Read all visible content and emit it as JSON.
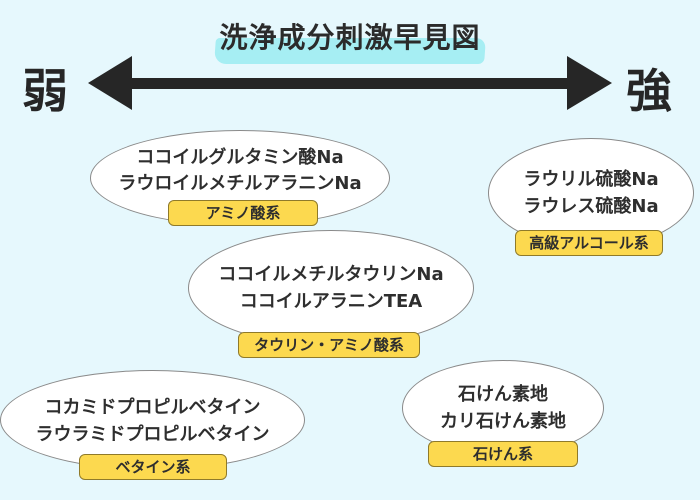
{
  "title": "洗浄成分刺激早見図",
  "scale": {
    "weak_label": "弱",
    "strong_label": "強",
    "arrow_color": "#262626"
  },
  "colors": {
    "background": "#e6f8fd",
    "title_highlight": "#a6eef3",
    "tag_fill": "#fcd94f",
    "ellipse_fill": "#ffffff"
  },
  "groups": [
    {
      "category": "アミノ酸系",
      "ingredients": [
        "ココイルグルタミン酸Na",
        "ラウロイルメチルアラニンNa"
      ]
    },
    {
      "category": "高級アルコール系",
      "ingredients": [
        "ラウリル硫酸Na",
        "ラウレス硫酸Na"
      ]
    },
    {
      "category": "タウリン・アミノ酸系",
      "ingredients": [
        "ココイルメチルタウリンNa",
        "ココイルアラニンTEA"
      ]
    },
    {
      "category": "ベタイン系",
      "ingredients": [
        "コカミドプロピルベタイン",
        "ラウラミドプロピルベタイン"
      ]
    },
    {
      "category": "石けん系",
      "ingredients": [
        "石けん素地",
        "カリ石けん素地"
      ]
    }
  ]
}
